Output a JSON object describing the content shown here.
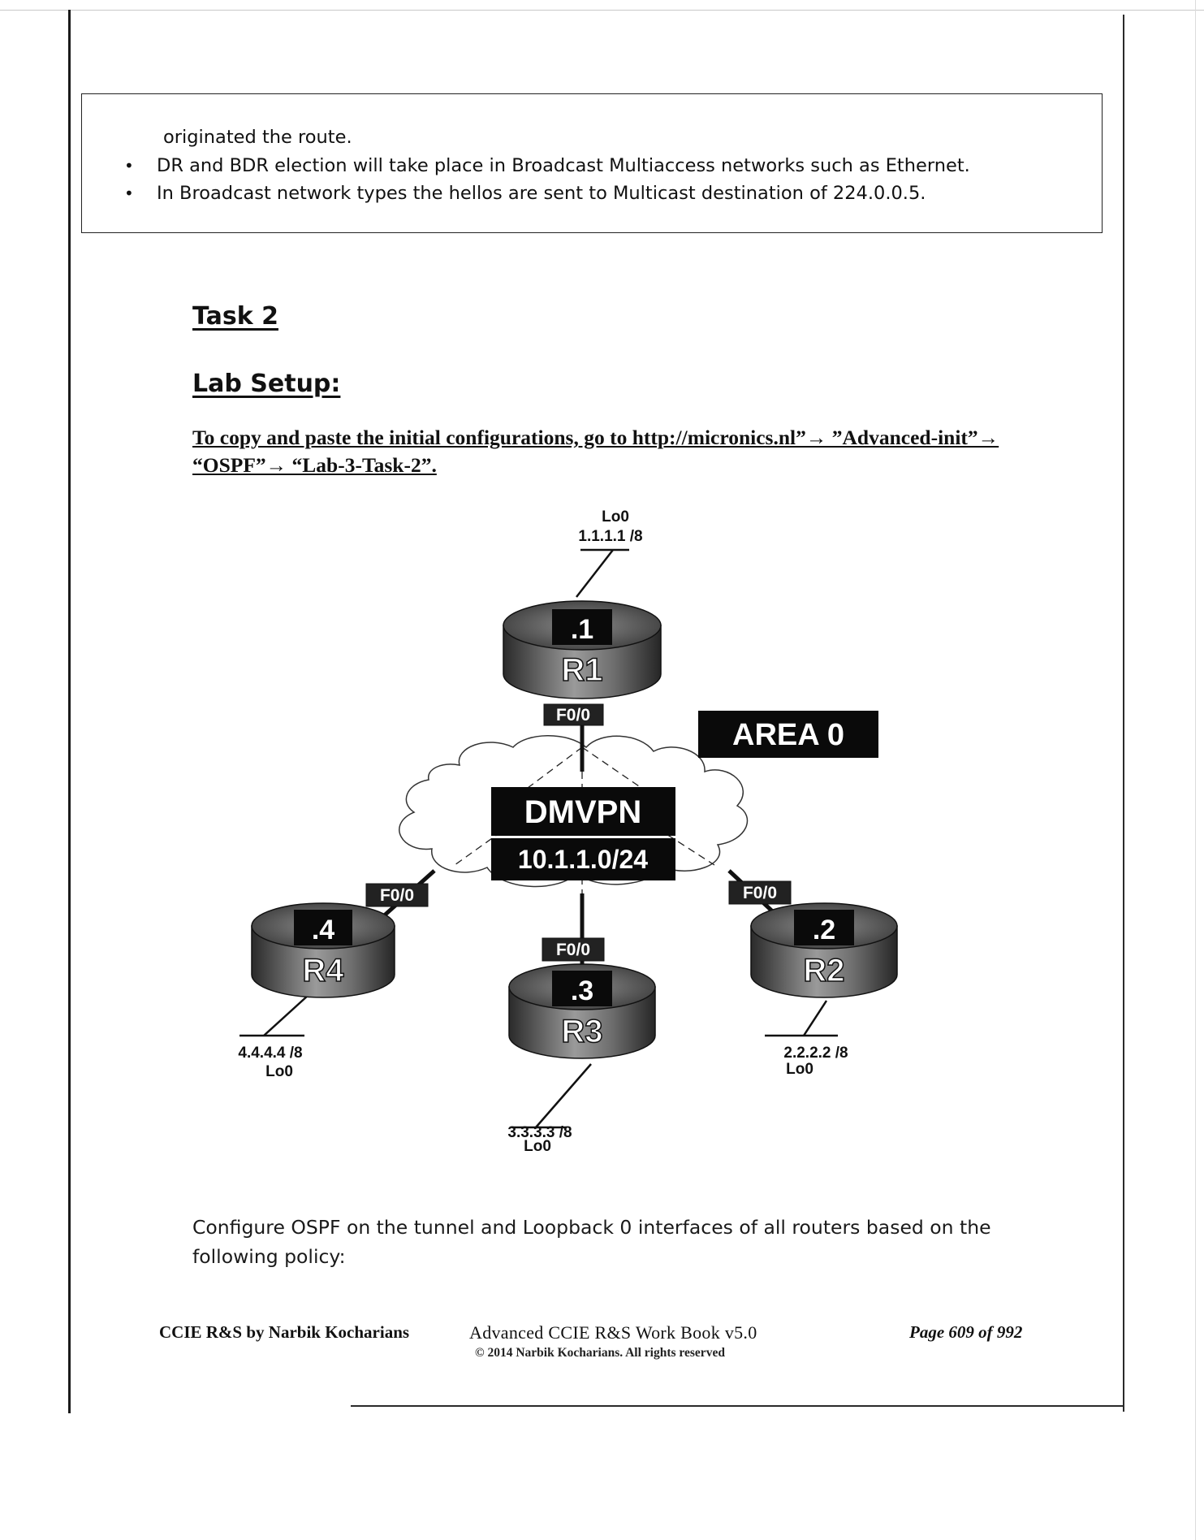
{
  "summary_box": {
    "first_line": "originated the route.",
    "bullets": [
      "DR and BDR election will take place in Broadcast Multiaccess networks such as Ethernet.",
      "In Broadcast network types the hellos are sent to Multicast destination of 224.0.0.5."
    ],
    "bullet_glyph": "•"
  },
  "task_heading": "Task 2",
  "lab_heading": "Lab Setup:",
  "instruction": "To copy and paste the initial configurations, go to http://micronics.nl”→ ”Advanced-init”→ “OSPF”→ “Lab-3-Task-2”.",
  "diagram": {
    "area_label": "AREA 0",
    "cloud_title": "DMVPN",
    "cloud_subnet": "10.1.1.0/24",
    "routers": [
      {
        "name": "R1",
        "host": ".1",
        "interface": "F0/0",
        "loopback_name": "Lo0",
        "loopback_ip": "1.1.1.1 /8"
      },
      {
        "name": "R2",
        "host": ".2",
        "interface": "F0/0",
        "loopback_name": "Lo0",
        "loopback_ip": "2.2.2.2 /8"
      },
      {
        "name": "R3",
        "host": ".3",
        "interface": "F0/0",
        "loopback_name": "Lo0",
        "loopback_ip": "3.3.3.3 /8"
      },
      {
        "name": "R4",
        "host": ".4",
        "interface": "F0/0",
        "loopback_name": "Lo0",
        "loopback_ip": "4.4.4.4 /8"
      }
    ]
  },
  "body_text": "Configure OSPF on the tunnel and Loopback 0 interfaces of all routers based on the following policy:",
  "footer": {
    "left": "CCIE R&S by Narbik Kocharians",
    "center": "Advanced CCIE R&S Work Book v5.0",
    "copyright": "© 2014 Narbik Kocharians. All rights reserved",
    "right": "Page 609 of 992"
  }
}
